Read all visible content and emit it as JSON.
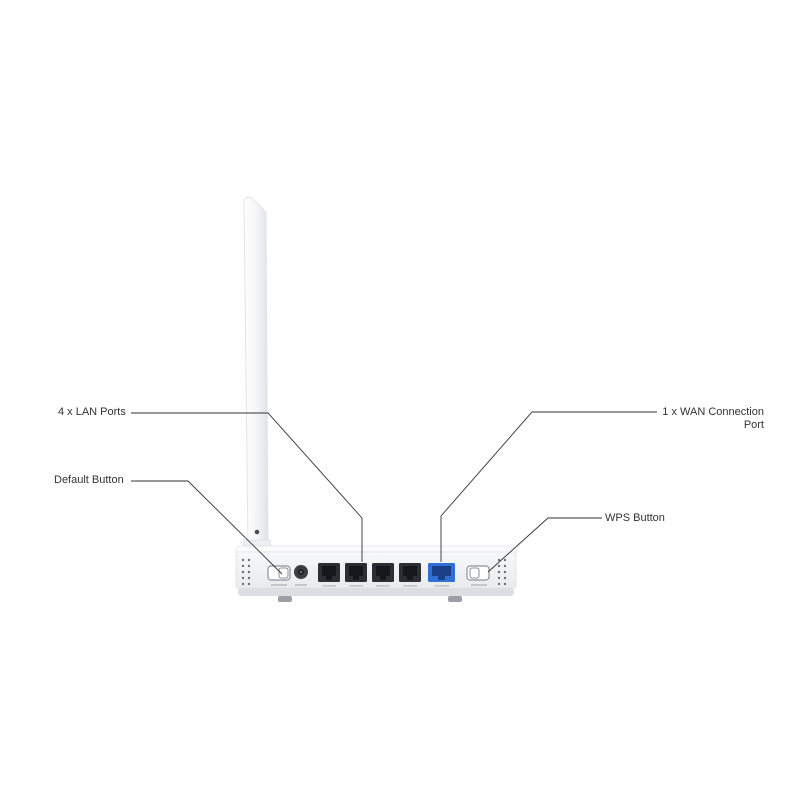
{
  "callouts": {
    "lan_ports": "4 x LAN Ports",
    "default_button": "Default Button",
    "wan_port_line1": "1 x WAN Connection",
    "wan_port_line2": "Port",
    "wps_button": "WPS Button"
  },
  "colors": {
    "background": "#ffffff",
    "router_body": "#f3f4f5",
    "port_dark": "#2b2e33",
    "wan_port": "#2f6fd6",
    "leader_line": "#333333"
  }
}
